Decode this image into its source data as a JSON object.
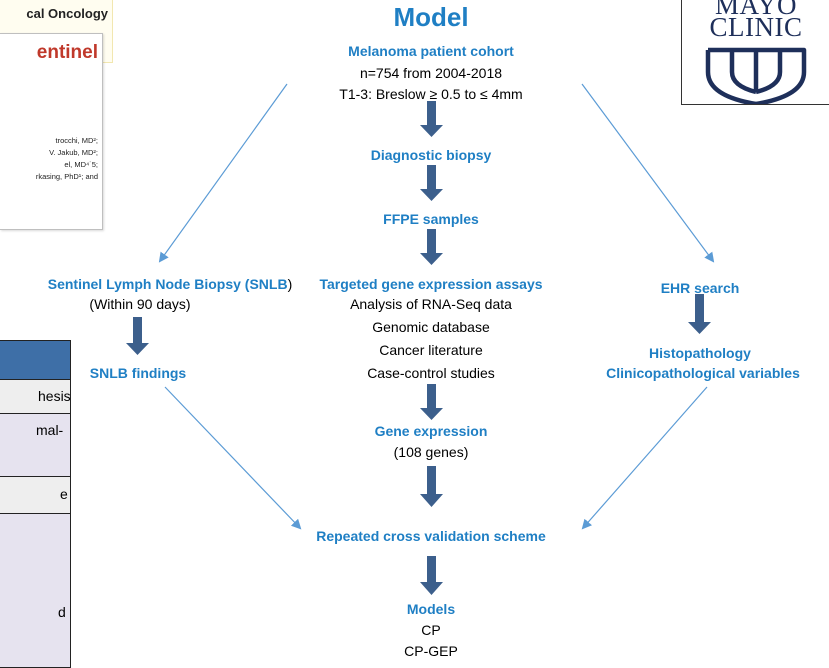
{
  "colors": {
    "accent_blue": "#1f7fc4",
    "arrow_dark": "#3c5f8c",
    "arrow_light": "#5b9bd5",
    "table_header": "#3e6fa7"
  },
  "journal": {
    "title": "cal Oncology"
  },
  "paper": {
    "title": "entinel",
    "authors": [
      "trocchi, MD²;",
      "V. Jakub, MD²;",
      "el, MD⁴˙5;",
      "rkasing, PhD¹; and"
    ]
  },
  "logo": {
    "line1": "MAYO",
    "line2": "CLINIC"
  },
  "table": {
    "rows": [
      {
        "text": "hesis",
        "bg": "#eeeeee"
      },
      {
        "text": "mal-",
        "bg": "#e6e3ef"
      },
      {
        "text": "e",
        "bg": "#eeeeee"
      },
      {
        "text": "d",
        "bg": "#e6e3ef"
      }
    ]
  },
  "diagram": {
    "title": "Model",
    "cohort": {
      "heading": "Melanoma patient cohort",
      "line1": "n=754 from 2004-2018",
      "line2": "T1-3:  Breslow   ≥ 0.5 to ≤ 4mm"
    },
    "biopsy": "Diagnostic biopsy",
    "ffpe": "FFPE samples",
    "sentinel": {
      "heading": "Sentinel Lymph Node Biopsy (SNLB",
      "heading_close": ")",
      "sub": "(Within 90 days)"
    },
    "assays": {
      "heading": "Targeted gene expression assays",
      "items": [
        "Analysis of RNA-Seq data",
        "Genomic database",
        "Cancer literature",
        "Case-control studies"
      ]
    },
    "ehr": "EHR search",
    "snlb_findings": "SNLB findings",
    "histo": {
      "line1": "Histopathology",
      "line2": "Clinicopathological variables"
    },
    "gene_expression": {
      "heading": "Gene expression",
      "sub": "(108 genes)"
    },
    "validation": "Repeated cross validation scheme",
    "models": {
      "heading": "Models",
      "items": [
        "CP",
        "CP-GEP"
      ]
    }
  }
}
